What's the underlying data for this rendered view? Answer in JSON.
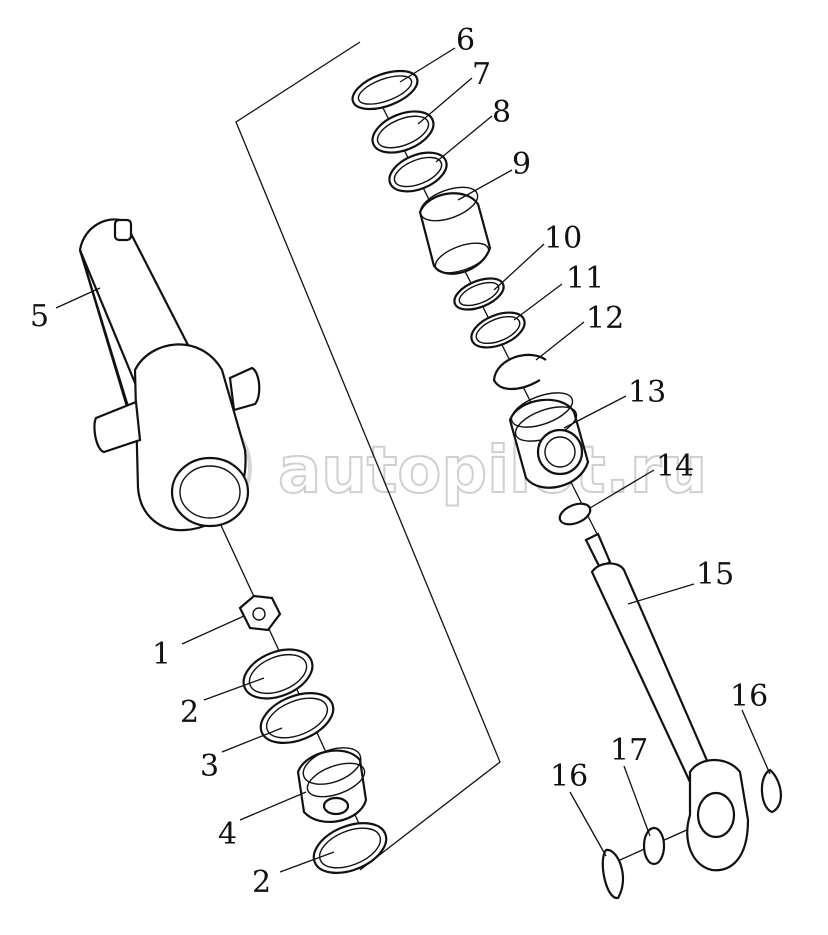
{
  "watermark": "autopilot.ru",
  "callouts": [
    {
      "id": "c1",
      "label": "1"
    },
    {
      "id": "c2a",
      "label": "2"
    },
    {
      "id": "c3",
      "label": "3"
    },
    {
      "id": "c4",
      "label": "4"
    },
    {
      "id": "c2b",
      "label": "2"
    },
    {
      "id": "c5",
      "label": "5"
    },
    {
      "id": "c6",
      "label": "6"
    },
    {
      "id": "c7",
      "label": "7"
    },
    {
      "id": "c8",
      "label": "8"
    },
    {
      "id": "c9",
      "label": "9"
    },
    {
      "id": "c10",
      "label": "10"
    },
    {
      "id": "c11",
      "label": "11"
    },
    {
      "id": "c12",
      "label": "12"
    },
    {
      "id": "c13",
      "label": "13"
    },
    {
      "id": "c14",
      "label": "14"
    },
    {
      "id": "c15",
      "label": "15"
    },
    {
      "id": "c16a",
      "label": "16"
    },
    {
      "id": "c17",
      "label": "17"
    },
    {
      "id": "c16b",
      "label": "16"
    }
  ]
}
